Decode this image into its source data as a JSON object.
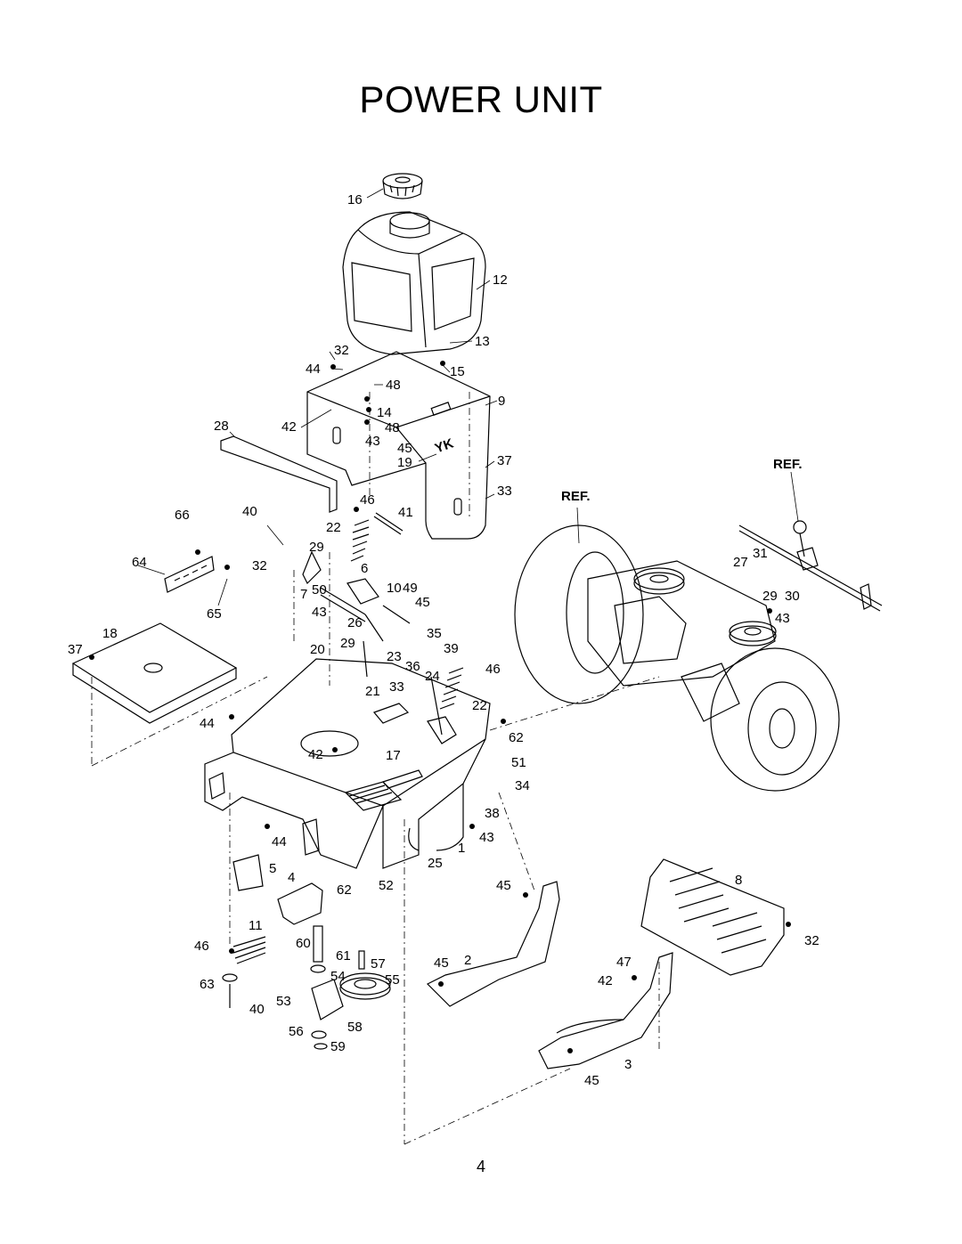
{
  "page": {
    "title": "POWER UNIT",
    "page_number": "4"
  },
  "diagram": {
    "ref_labels": [
      "REF.",
      "REF."
    ],
    "callouts": [
      "16",
      "12",
      "13",
      "32",
      "44",
      "15",
      "48",
      "9",
      "14",
      "28",
      "42",
      "48",
      "43",
      "45",
      "19",
      "37",
      "46",
      "33",
      "66",
      "40",
      "41",
      "22",
      "29",
      "64",
      "32",
      "6",
      "10",
      "49",
      "7",
      "50",
      "45",
      "43",
      "65",
      "26",
      "18",
      "35",
      "37",
      "20",
      "29",
      "39",
      "23",
      "36",
      "24",
      "46",
      "21",
      "33",
      "22",
      "44",
      "62",
      "42",
      "17",
      "51",
      "34",
      "38",
      "1",
      "43",
      "44",
      "25",
      "5",
      "4",
      "62",
      "52",
      "45",
      "8",
      "11",
      "46",
      "60",
      "61",
      "57",
      "45",
      "2",
      "47",
      "32",
      "63",
      "54",
      "55",
      "42",
      "53",
      "40",
      "56",
      "58",
      "59",
      "45",
      "3",
      "27",
      "31",
      "29",
      "30",
      "43"
    ]
  }
}
